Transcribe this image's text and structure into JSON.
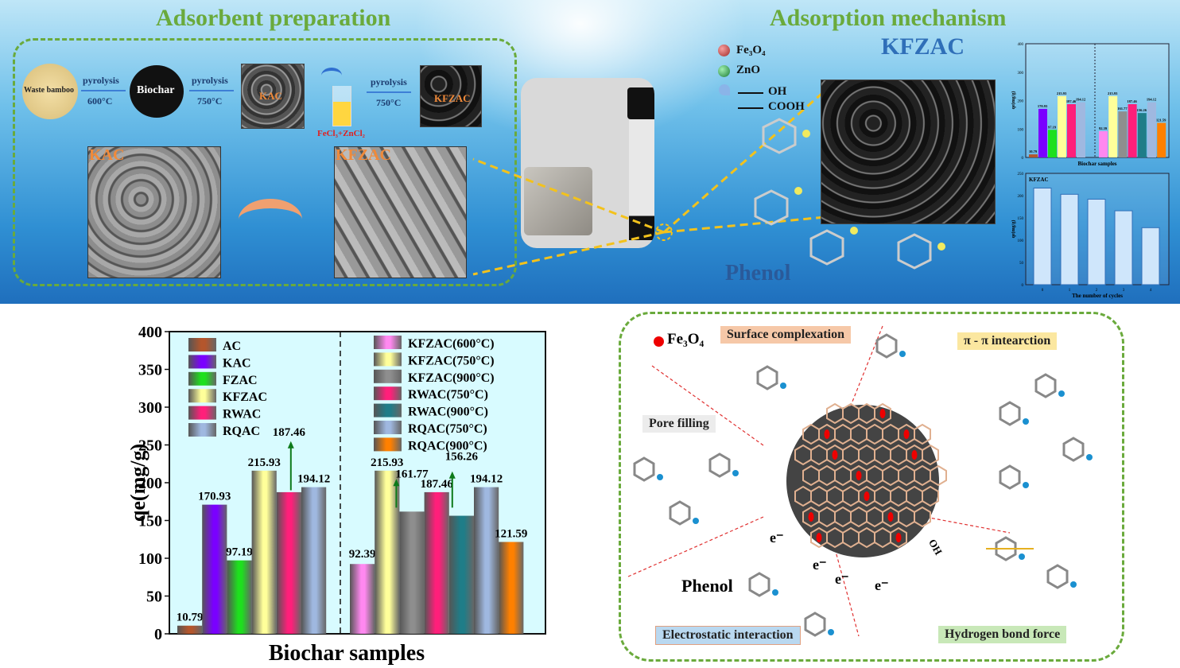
{
  "banner": {
    "prep_title": "Adsorbent preparation",
    "mech_title": "Adsorption mechanism",
    "flow": {
      "waste_bamboo": "Waste bamboo",
      "pyrolysis_1": "pyrolysis",
      "temp_1": "600°C",
      "biochar": "Biochar",
      "pyrolysis_2": "pyrolysis",
      "temp_2": "750°C",
      "kac": "KAC",
      "reagent": "FeCl₃+ZnCl₂",
      "pyrolysis_3": "pyrolysis",
      "temp_3": "750°C",
      "kfzac": "KFZAC"
    },
    "sem_left": "KAC",
    "sem_right": "KFZAC",
    "legend": {
      "fe3o4": "Fe₃O₄",
      "zno": "ZnO",
      "oh": "OH",
      "cooh": "COOH"
    },
    "cube_label": "KFZAC",
    "phenol_label": "Phenol",
    "mini_chart": {
      "xlabel": "Biochar samples",
      "ylabel": "qe(mg/g)"
    },
    "cycles_chart": {
      "title": "KFZAC",
      "xlabel": "The number of cycles",
      "ylabel": "qe(mg/g)"
    }
  },
  "chart_data": [
    {
      "type": "bar",
      "title": "",
      "xlabel": "Biochar samples",
      "ylabel": "qe(mg/g)",
      "ylim": [
        0,
        400
      ],
      "yticks": [
        0,
        50,
        100,
        150,
        200,
        250,
        300,
        350,
        400
      ],
      "legend_placement": "top",
      "groups": [
        {
          "bars": [
            {
              "name": "AC",
              "value": 10.79,
              "label": "10.79",
              "color": "#b4562c"
            },
            {
              "name": "KAC",
              "value": 170.93,
              "label": "170.93",
              "color": "#7a00ff"
            },
            {
              "name": "FZAC",
              "value": 97.19,
              "label": "97.19",
              "color": "#1ee01e"
            },
            {
              "name": "KFZAC",
              "value": 215.93,
              "label": "215.93",
              "color": "#ffff9a"
            },
            {
              "name": "RWAC",
              "value": 187.46,
              "label": "187.46",
              "color": "#ff1f7a"
            },
            {
              "name": "RQAC",
              "value": 194.12,
              "label": "194.12",
              "color": "#9fb8e0"
            }
          ]
        },
        {
          "bars": [
            {
              "name": "KFZAC(600°C)",
              "value": 92.39,
              "label": "92.39",
              "color": "#ff88f0"
            },
            {
              "name": "KFZAC(750°C)",
              "value": 215.93,
              "label": "215.93",
              "color": "#ffff9a"
            },
            {
              "name": "KFZAC(900°C)",
              "value": 161.77,
              "label": "161.77",
              "color": "#8e8e8e"
            },
            {
              "name": "RWAC(750°C)",
              "value": 187.46,
              "label": "187.46",
              "color": "#ff1f7a"
            },
            {
              "name": "RWAC(900°C)",
              "value": 156.26,
              "label": "156.26",
              "color": "#1f7d88"
            },
            {
              "name": "RQAC(750°C)",
              "value": 194.12,
              "label": "194.12",
              "color": "#9fb8e0"
            },
            {
              "name": "RQAC(900°C)",
              "value": 121.59,
              "label": "121.59",
              "color": "#ff8000"
            }
          ]
        }
      ],
      "background": "#d8fbff",
      "arrow_color": "#0d7a1a"
    },
    {
      "type": "bar",
      "title": "KFZAC",
      "xlabel": "The number of cycles",
      "ylabel": "qe(mg/g)",
      "categories": [
        "0",
        "1",
        "2",
        "3",
        "4"
      ],
      "values": [
        217,
        203,
        192,
        166,
        128
      ],
      "ylim": [
        0,
        250
      ],
      "yticks": [
        0,
        50,
        100,
        150,
        200,
        250
      ]
    }
  ],
  "mechanism": {
    "fe3o4": "Fe₃O₄",
    "surface_complexation": "Surface complexation",
    "pi_pi": "π - π intearction",
    "pore_filling": "Pore filling",
    "phenol": "Phenol",
    "electrostatic": "Electrostatic interaction",
    "hydrogen_bond": "Hydrogen bond force",
    "oh": "OH",
    "electron": "e⁻"
  }
}
